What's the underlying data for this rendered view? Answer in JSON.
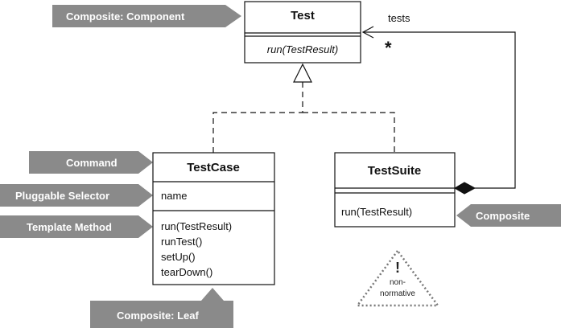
{
  "classes": {
    "test": {
      "name": "Test",
      "operations": [
        "run(TestResult)"
      ]
    },
    "testcase": {
      "name": "TestCase",
      "attributes": [
        "name"
      ],
      "operations": [
        "run(TestResult)",
        "runTest()",
        "setUp()",
        "tearDown()"
      ]
    },
    "testsuite": {
      "name": "TestSuite",
      "operations": [
        "run(TestResult)"
      ]
    }
  },
  "association": {
    "role": "tests",
    "multiplicity": "*"
  },
  "pattern_tags": {
    "composite_component": "Composite: Component",
    "command": "Command",
    "pluggable_selector": "Pluggable Selector",
    "template_method": "Template Method",
    "composite": "Composite",
    "composite_leaf": "Composite: Leaf"
  },
  "note": {
    "mark": "!",
    "line1": "non-",
    "line2": "normative"
  },
  "colors": {
    "tag_fill": "#8a8a8a",
    "tag_text": "#ffffff",
    "line": "#111111"
  }
}
